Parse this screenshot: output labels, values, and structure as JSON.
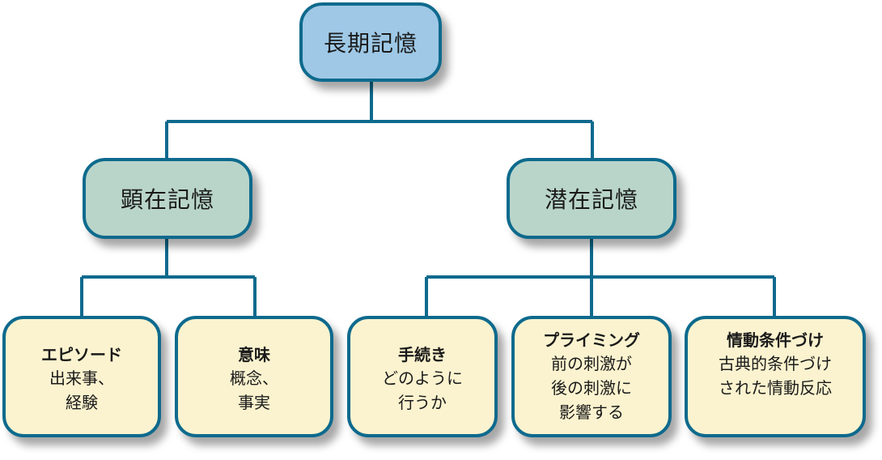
{
  "diagram": {
    "colors": {
      "border": "#0e6a8d",
      "root_fill": "#9ec8e6",
      "mid_fill": "#b9d5ca",
      "leaf_fill": "#fbf3cf",
      "line": "#0e6a8d"
    },
    "root": {
      "label": "長期記憶"
    },
    "explicit": {
      "label": "顕在記憶",
      "children": [
        {
          "title": "エピソード",
          "lines": [
            "出来事、",
            "経験"
          ]
        },
        {
          "title": "意味",
          "lines": [
            "概念、",
            "事実"
          ]
        }
      ]
    },
    "implicit": {
      "label": "潜在記憶",
      "children": [
        {
          "title": "手続き",
          "lines": [
            "どのように",
            "行うか"
          ]
        },
        {
          "title": "プライミング",
          "lines": [
            "前の刺激が",
            "後の刺激に",
            "影響する"
          ]
        },
        {
          "title": "情動条件づけ",
          "lines": [
            "古典的条件づけ",
            "された情動反応"
          ]
        }
      ]
    }
  }
}
